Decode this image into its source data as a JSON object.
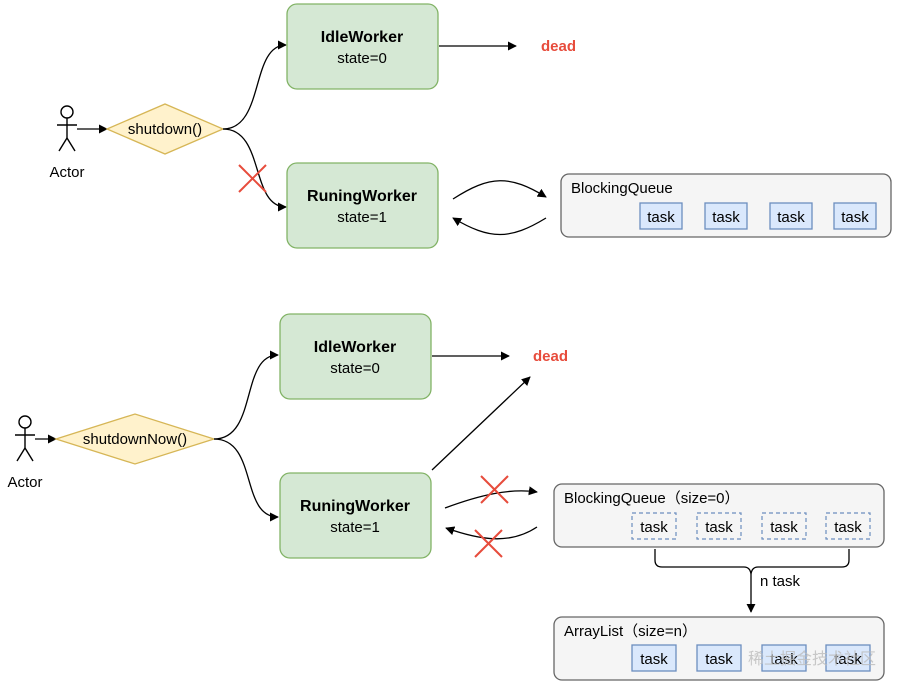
{
  "top": {
    "actor": "Actor",
    "action": "shutdown()",
    "idle_worker": {
      "title": "IdleWorker",
      "state": "state=0"
    },
    "running_worker": {
      "title": "RuningWorker",
      "state": "state=1"
    },
    "dead": "dead",
    "queue": {
      "title": "BlockingQueue",
      "tasks": [
        "task",
        "task",
        "task",
        "task"
      ]
    }
  },
  "bottom": {
    "actor": "Actor",
    "action": "shutdownNow()",
    "idle_worker": {
      "title": "IdleWorker",
      "state": "state=0"
    },
    "running_worker": {
      "title": "RuningWorker",
      "state": "state=1"
    },
    "dead": "dead",
    "queue": {
      "title": "BlockingQueue（size=0）",
      "tasks": [
        "task",
        "task",
        "task",
        "task"
      ]
    },
    "transfer_label": "n task",
    "list": {
      "title": "ArrayList（size=n）",
      "tasks": [
        "task",
        "task",
        "task",
        "task"
      ]
    }
  },
  "watermark": "稀土掘金技术社区",
  "colors": {
    "worker_fill": "#d5e8d4",
    "worker_stroke": "#82b366",
    "diamond_fill": "#fff2cc",
    "diamond_stroke": "#d6b656",
    "queue_fill": "#f5f5f5",
    "queue_stroke": "#666666",
    "task_fill": "#dae8fc",
    "task_stroke": "#6c8ebf",
    "dead": "#e74c3c",
    "cross": "#e74c3c"
  }
}
